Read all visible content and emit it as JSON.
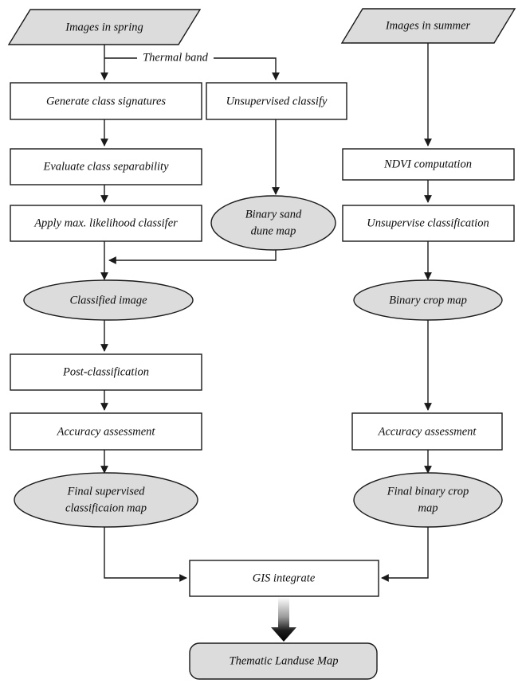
{
  "diagram": {
    "title": "Remote sensing land-use classification workflow",
    "colors": {
      "shape_fill_process": "#ffffff",
      "shape_fill_data": "#dcdcdc",
      "stroke": "#1a1a1a",
      "text": "#0c0c0c",
      "background": "#ffffff"
    },
    "nodes": [
      {
        "id": "images_spring",
        "label": "Images in spring",
        "shape": "parallelogram"
      },
      {
        "id": "generate_sig",
        "label": "Generate class signatures",
        "shape": "rectangle"
      },
      {
        "id": "unsup_classify",
        "label": "Unsupervised classify",
        "shape": "rectangle"
      },
      {
        "id": "images_summer",
        "label": "Images in summer",
        "shape": "parallelogram"
      },
      {
        "id": "evaluate_sep",
        "label": "Evaluate class separability",
        "shape": "rectangle"
      },
      {
        "id": "ndvi",
        "label": "NDVI computation",
        "shape": "rectangle"
      },
      {
        "id": "apply_mlc",
        "label": "Apply max. likelihood classifer",
        "shape": "rectangle"
      },
      {
        "id": "binary_sand",
        "label_line1": "Binary sand",
        "label_line2": "dune map",
        "shape": "ellipse"
      },
      {
        "id": "unsup_classif_r",
        "label": "Unsupervise classification",
        "shape": "rectangle"
      },
      {
        "id": "classified_image",
        "label": "Classified image",
        "shape": "ellipse"
      },
      {
        "id": "binary_crop",
        "label": "Binary crop map",
        "shape": "ellipse"
      },
      {
        "id": "post_classification",
        "label": "Post-classification",
        "shape": "rectangle"
      },
      {
        "id": "accuracy_left",
        "label": "Accuracy assessment",
        "shape": "rectangle"
      },
      {
        "id": "accuracy_right",
        "label": "Accuracy assessment",
        "shape": "rectangle"
      },
      {
        "id": "final_supervised",
        "label_line1": "Final supervised",
        "label_line2": "classificaion map",
        "shape": "ellipse"
      },
      {
        "id": "final_binary_crop",
        "label_line1": "Final binary crop",
        "label_line2": "map",
        "shape": "ellipse"
      },
      {
        "id": "gis_integrate",
        "label": "GIS integrate",
        "shape": "rectangle"
      },
      {
        "id": "thematic_map",
        "label": "Thematic Landuse  Map",
        "shape": "rounded-rectangle"
      }
    ],
    "edge_labels": [
      {
        "id": "thermal_band",
        "label": "Thermal band"
      }
    ]
  }
}
